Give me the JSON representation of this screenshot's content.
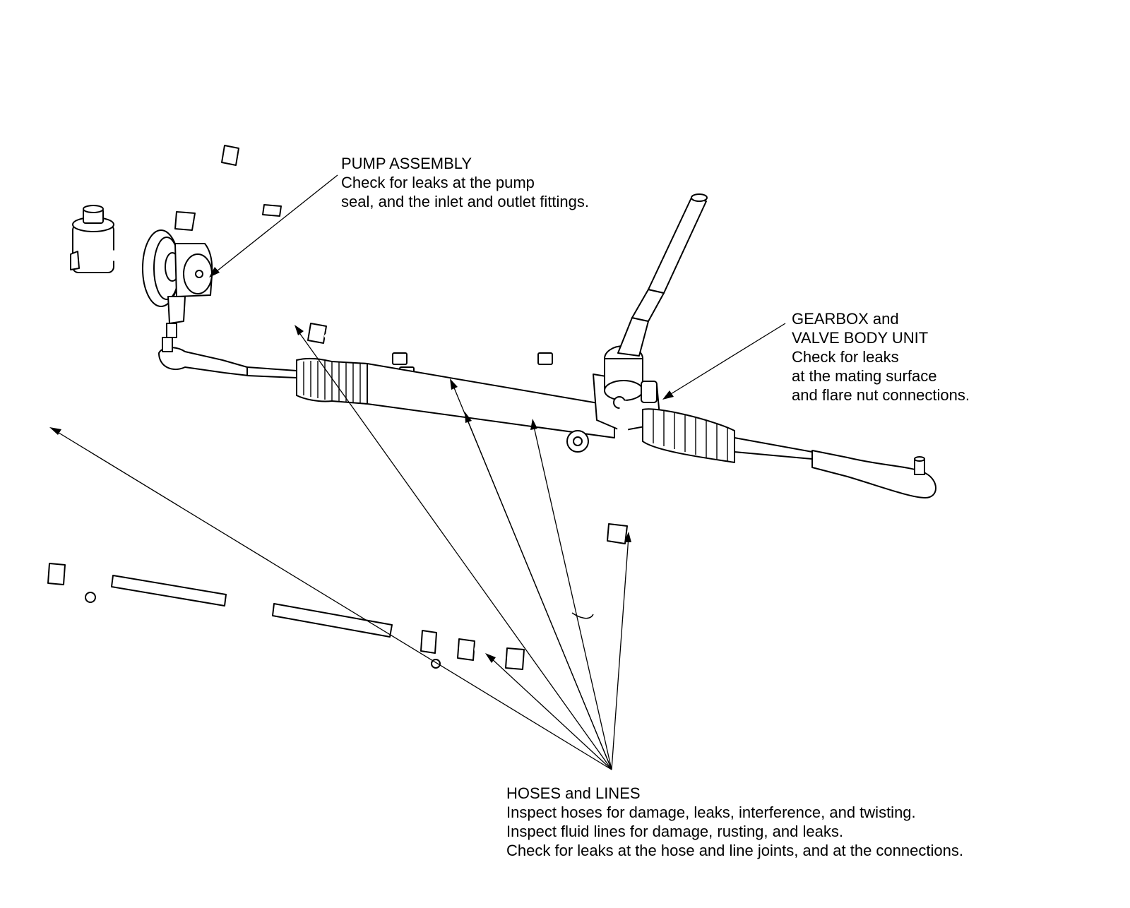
{
  "callouts": {
    "pump": {
      "title": "PUMP ASSEMBLY",
      "lines": [
        "Check for leaks at the pump",
        "seal, and the inlet and outlet fittings."
      ]
    },
    "gearbox": {
      "title_1": "GEARBOX and",
      "title_2": "VALVE BODY UNIT",
      "lines": [
        "Check for leaks",
        "at the mating surface",
        "and flare nut connections."
      ]
    },
    "hoses": {
      "title": "HOSES and LINES",
      "lines": [
        "Inspect hoses for damage, leaks, interference, and twisting.",
        "Inspect fluid lines for damage, rusting, and leaks.",
        "Check for leaks at the hose and line joints, and at the connections."
      ]
    }
  }
}
